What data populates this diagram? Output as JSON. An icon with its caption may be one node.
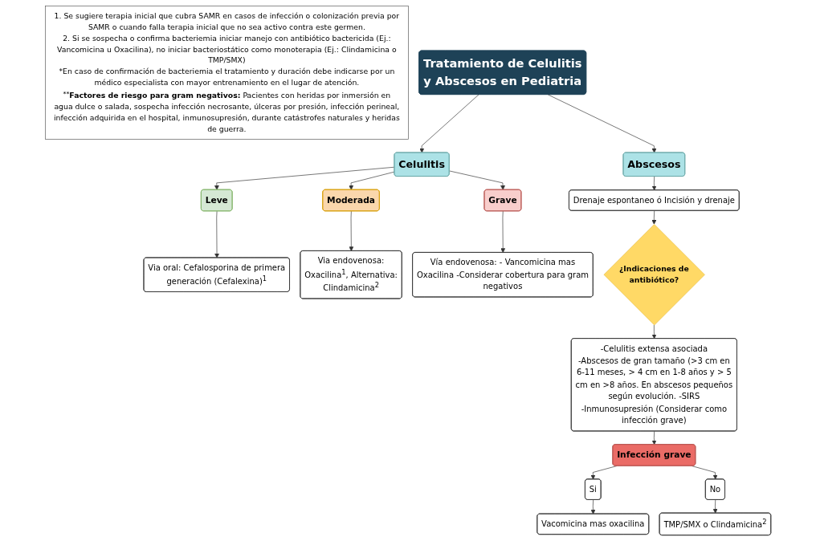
{
  "diagram": {
    "nodes": [
      {
        "text": [
          "Tratamiento de Celulitis y Abscesos en Pediatria"
        ]
      },
      {
        "text": [
          "Celulitis"
        ]
      },
      {
        "text": [
          "Abscesos"
        ]
      },
      {
        "text": [
          "Leve"
        ]
      },
      {
        "text": [
          "Via oral: Cefalosporina de primera generación (Cefalexina)$^{1}$"
        ]
      },
      {
        "text": [
          "Moderada"
        ]
      },
      {
        "text": [
          "Via endovenosa: Oxacilina$^{1}$, Alternativa: Clindamicina$^{2}$"
        ]
      },
      {
        "text": [
          "Grave"
        ]
      },
      {
        "text": [
          "Vía endovenosa: - Vancomicina mas Oxacilina -Considerar cobertura para gram negativos"
        ]
      },
      {
        "text": [
          "Drenaje espontaneo ó Incisión y drenaje"
        ]
      },
      {
        "text": [
          "¿Indicaciones de antibiótico?"
        ]
      },
      {
        "text": [
          "-Celulitis extensa asociada -Abscesos de gran tamaño (>3 cm en 6-11 meses, > 4 cm en 1-8 años y > 5 cm en >8 años. En abscesos pequeños según evolución. -SIRS -Inmunosupresión (Considerar como infección grave)"
        ]
      },
      {
        "text": [
          "Infección grave"
        ]
      },
      {
        "text": [
          "Si"
        ]
      },
      {
        "text": [
          "No"
        ]
      },
      {
        "text": [
          "Vacomicina mas oxacilina"
        ]
      },
      {
        "text": [
          "TMP/SMX o Clindamicina$^{2}$"
        ]
      },
      {
        "text": [
          "1. Se sugiere terapia inicial que cubra SAMR en casos de infección o colonización previa por SAMR o cuando falla terapia inicial que no sea activo contra este germen.",
          "2. Si se sospecha o confirma bacteriemia iniciar manejo con antibiótico bactericida (Ej.: Vancomicina u Oxacilina), no iniciar bacteriostático como monoterapia (Ej.: Clindamicina o TMP/SMX)",
          "*En caso de confirmación de bacteriemia el tratamiento y duración debe indicarse por un médico especialista con mayor entrenamiento en el lugar de atención.",
          "$^{**}$**Factores de riesgo para gram negativos:** Pacientes con heridas por inmersión en agua dulce o salada, sospecha infección necrosante, úlceras por presión, infección perineal, infección adquirida en el hospital, inmunosupresión, durante catástrofes naturales y heridas de guerra."
        ]
      }
    ],
    "edges": [
      {
        "from": 0,
        "to": 1,
        "arrow": "to"
      },
      {
        "from": 0,
        "to": 2,
        "arrow": "to"
      },
      {
        "from": 1,
        "to": 3,
        "arrow": "to"
      },
      {
        "from": 1,
        "to": 5,
        "arrow": "to"
      },
      {
        "from": 1,
        "to": 7,
        "arrow": "to"
      },
      {
        "from": 3,
        "to": 4,
        "arrow": "to"
      },
      {
        "from": 5,
        "to": 6,
        "arrow": "to"
      },
      {
        "from": 7,
        "to": 8,
        "arrow": "to"
      },
      {
        "from": 2,
        "to": 9,
        "arrow": "to"
      },
      {
        "from": 9,
        "to": 10,
        "arrow": "to"
      },
      {
        "from": 10,
        "to": 11,
        "arrow": "to"
      },
      {
        "from": 11,
        "to": 12,
        "arrow": "to"
      },
      {
        "from": 12,
        "to": 13,
        "arrow": "to"
      },
      {
        "from": 12,
        "to": 14,
        "arrow": "to"
      },
      {
        "from": 13,
        "to": 15,
        "arrow": "to"
      },
      {
        "from": 14,
        "to": 16,
        "arrow": "to"
      }
    ]
  }
}
